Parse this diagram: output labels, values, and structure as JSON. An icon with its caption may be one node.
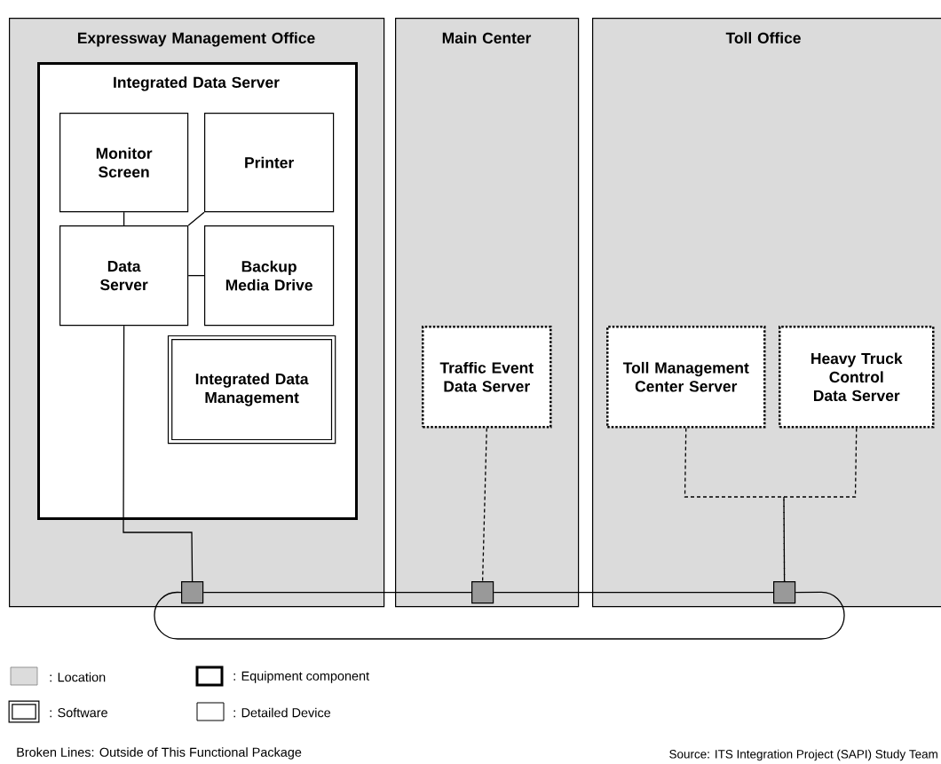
{
  "diagram": {
    "nodes": [
      {
        "text": [
          "Expressway Management Office"
        ]
      },
      {
        "text": [
          "Integrated Data Server"
        ],
        "in": 0
      },
      {
        "text": [
          "Monitor Screen"
        ],
        "in": 1
      },
      {
        "text": [
          "Printer"
        ],
        "in": 1
      },
      {
        "text": [
          "Data Server"
        ],
        "in": 1
      },
      {
        "text": [
          "Backup Media Drive"
        ],
        "in": 1
      },
      {
        "text": [
          "Integrated Data Management"
        ],
        "in": 1
      },
      {
        "text": [
          "Main Center"
        ]
      },
      {
        "text": [
          "Traffic Event Data Server"
        ],
        "in": 7
      },
      {
        "text": [
          "Toll Office"
        ]
      },
      {
        "text": [
          "Toll Management Center Server"
        ],
        "in": 9
      },
      {
        "text": [
          "Heavy Truck Control Data Server"
        ],
        "in": 9
      },
      {
        "text": [],
        "shape": "box",
        "in": 0
      },
      {
        "text": [],
        "shape": "box",
        "in": 7
      },
      {
        "text": [],
        "shape": "box",
        "in": 9
      }
    ],
    "edges": [
      {
        "from": 2,
        "to": 4,
        "arrow": "none"
      },
      {
        "from": 4,
        "to": 3,
        "arrow": "none"
      },
      {
        "from": 4,
        "to": 5,
        "arrow": "none"
      },
      {
        "from": 4,
        "to": 12,
        "arrow": "none"
      },
      {
        "from": 8,
        "to": 13,
        "arrow": "none",
        "style": "dashed"
      },
      {
        "from": 10,
        "to": 14,
        "arrow": "none",
        "style": "dashed"
      },
      {
        "from": 11,
        "to": 14,
        "arrow": "none",
        "style": "dashed"
      },
      {
        "from": 12,
        "to": 13,
        "arrow": "none"
      },
      {
        "from": 13,
        "to": 14,
        "arrow": "none"
      },
      {
        "from": 14,
        "to": 12,
        "arrow": "none"
      }
    ],
    "labels": [
      "Broken Lines: Outside of This Functional Package",
      "Source: ITS Integration Project (SAPI) Study Team"
    ],
    "legend": [
      {
        "text": ": Location",
        "color": "#dcdcdc"
      },
      {
        "text": ": Equipment component"
      },
      {
        "text": ": Software"
      },
      {
        "text": ": Detailed Device"
      }
    ]
  }
}
